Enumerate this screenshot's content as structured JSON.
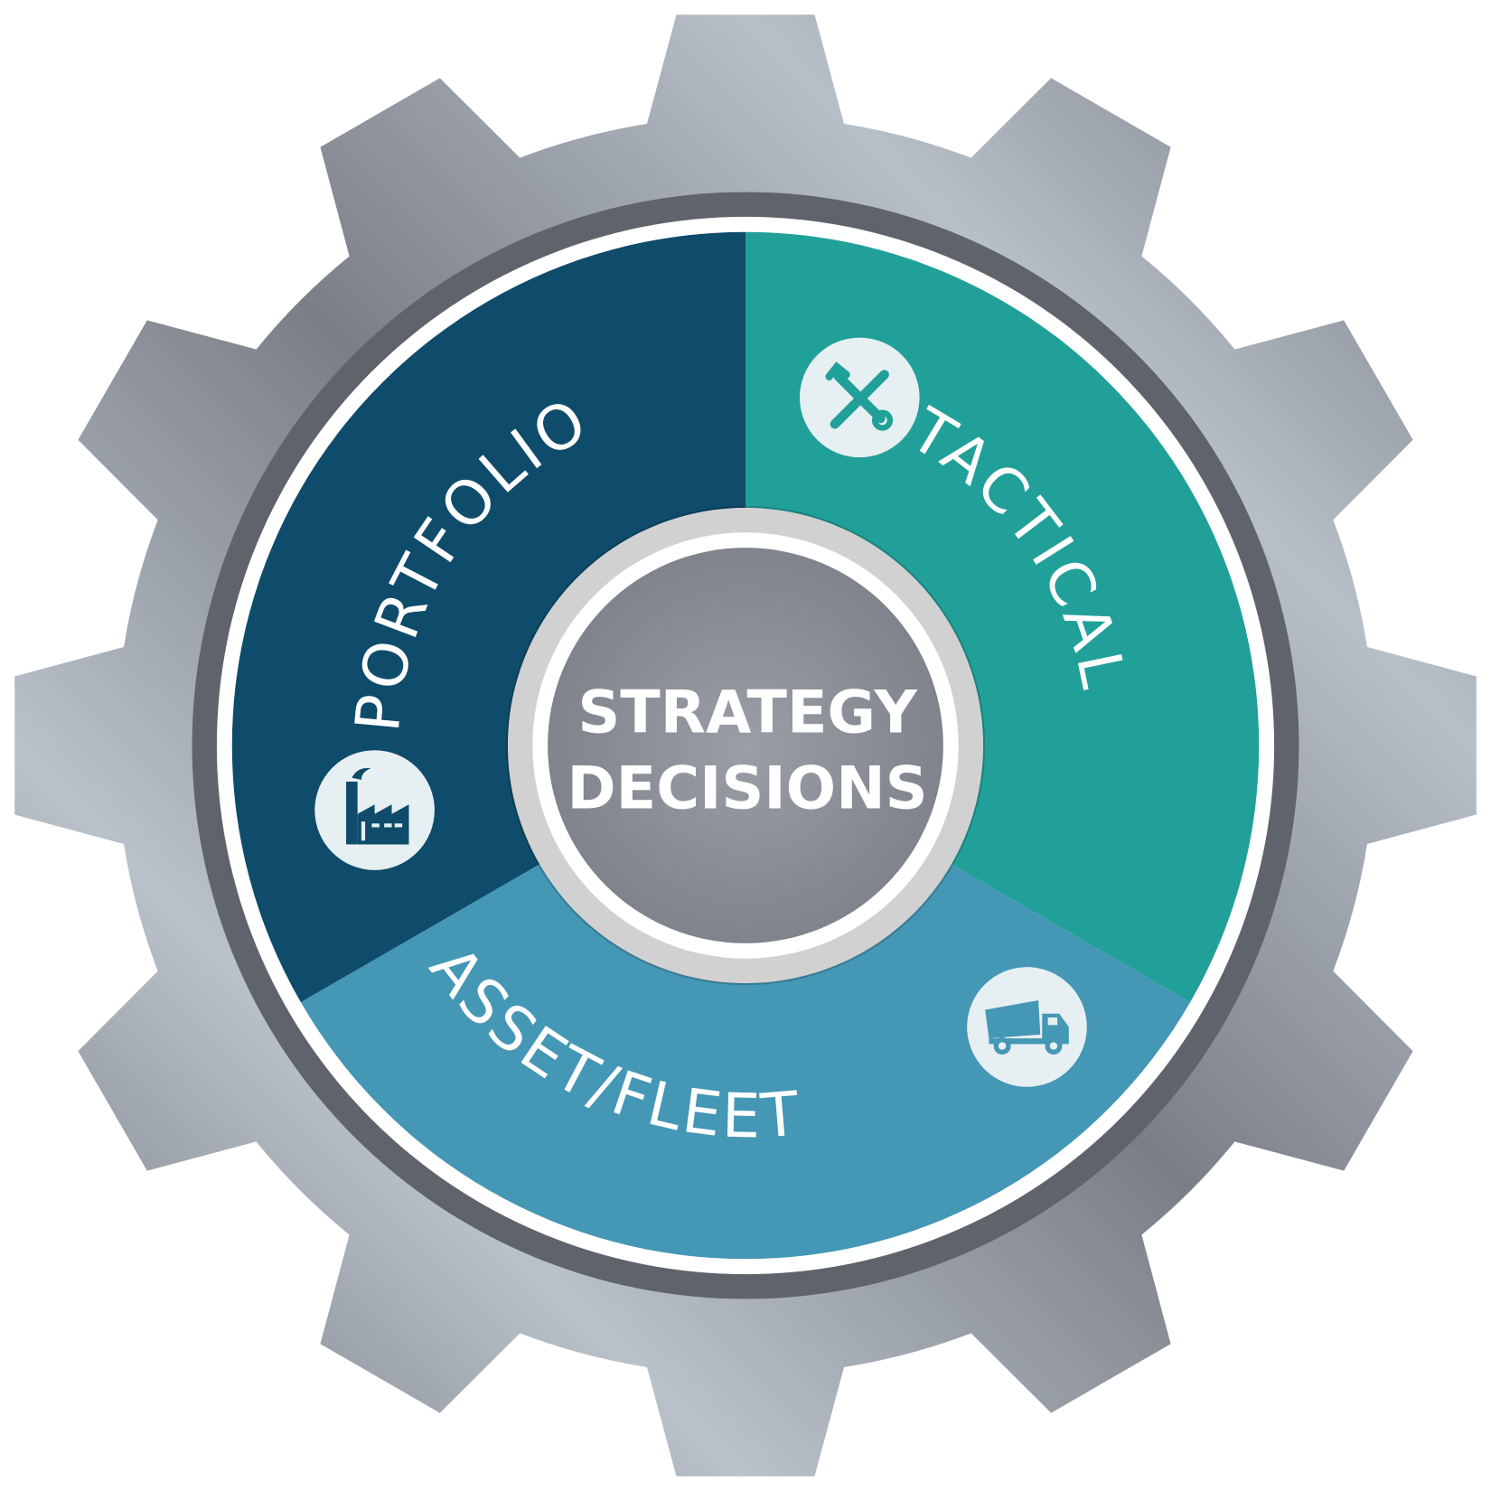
{
  "diagram": {
    "center": {
      "line1": "STRATEGY",
      "line2": "DECISIONS"
    },
    "segments": [
      {
        "label": "PORTFOLIO",
        "icon": "factory-icon",
        "color": "#0f4c6b"
      },
      {
        "label": "TACTICAL",
        "icon": "tools-icon",
        "color": "#21a099"
      },
      {
        "label": "ASSET/FLEET",
        "icon": "dump-truck-icon",
        "color": "#4497b5"
      }
    ],
    "gear_teeth": 12
  }
}
